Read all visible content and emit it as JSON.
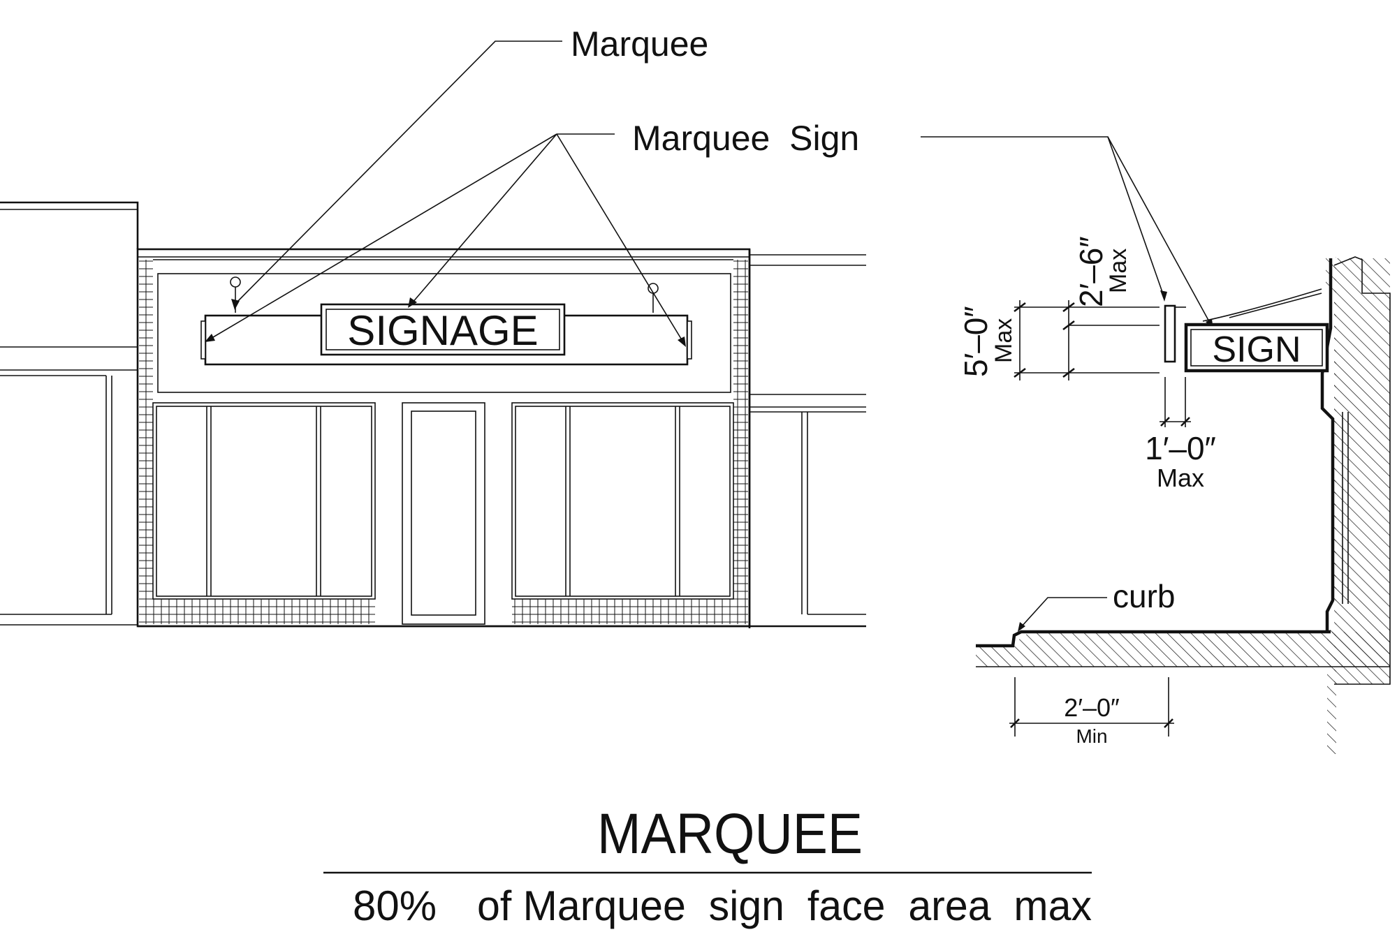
{
  "colors": {
    "ink": "#111111",
    "paper": "#ffffff"
  },
  "labels": {
    "marquee": "Marquee",
    "marquee_sign": "Marquee  Sign",
    "curb": "curb",
    "sign_face_front": "SIGNAGE",
    "sign_face_side": "SIGN"
  },
  "dimensions": {
    "height_max": {
      "value": "5′–0″",
      "qualifier": "Max"
    },
    "sign_height_max": {
      "value": "2′–6″",
      "qualifier": "Max"
    },
    "depth_max": {
      "value": "1′–0″",
      "qualifier": "Max"
    },
    "curb_min": {
      "value": "2′–0″",
      "qualifier": "Min"
    }
  },
  "title": "MARQUEE",
  "caption": {
    "percent": "80%",
    "text": "of Marquee  sign  face  area  max"
  }
}
